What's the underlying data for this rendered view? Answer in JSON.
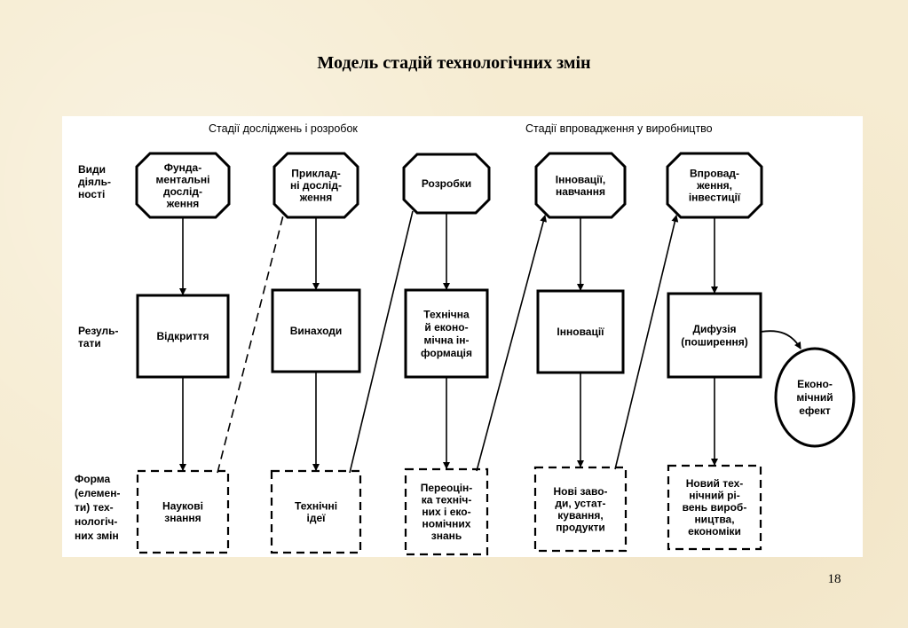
{
  "title": "Модель стадій технологічних змін",
  "page_number": "18",
  "diagram": {
    "headers": {
      "research": "Стадії досліджень і розробок",
      "implementation": "Стадії впровадження у виробництво"
    },
    "row_labels": {
      "activities": [
        "Види",
        "діяль-",
        "ності"
      ],
      "results": [
        "Резуль-",
        "тати"
      ],
      "forms": [
        "Форма",
        "(елемен-",
        "ти) тех-",
        "нологіч-",
        "них змін"
      ]
    },
    "activities": [
      [
        "Фунда-",
        "ментальні",
        "дослід-",
        "ження"
      ],
      [
        "Приклад-",
        "ні дослід-",
        "ження"
      ],
      [
        "Розробки"
      ],
      [
        "Інновації,",
        "навчання"
      ],
      [
        "Впровад-",
        "ження,",
        "інвестиції"
      ]
    ],
    "results": [
      [
        "Відкриття"
      ],
      [
        "Винаходи"
      ],
      [
        "Технічна",
        "й еконо-",
        "мічна ін-",
        "формація"
      ],
      [
        "Інновації"
      ],
      [
        "Дифузія",
        "(поширення)"
      ]
    ],
    "forms": [
      [
        "Наукові",
        "знання"
      ],
      [
        "Технічні",
        "ідеї"
      ],
      [
        "Переоцін-",
        "ка техніч-",
        "них і еко-",
        "номічних",
        "знань"
      ],
      [
        "Нові заво-",
        "ди, устат-",
        "кування,",
        "продукти"
      ],
      [
        "Новий тех-",
        "нічний рі-",
        "вень вироб-",
        "ництва,",
        "економіки"
      ]
    ],
    "effect": [
      "Еконо-",
      "мічний",
      "ефект"
    ]
  }
}
